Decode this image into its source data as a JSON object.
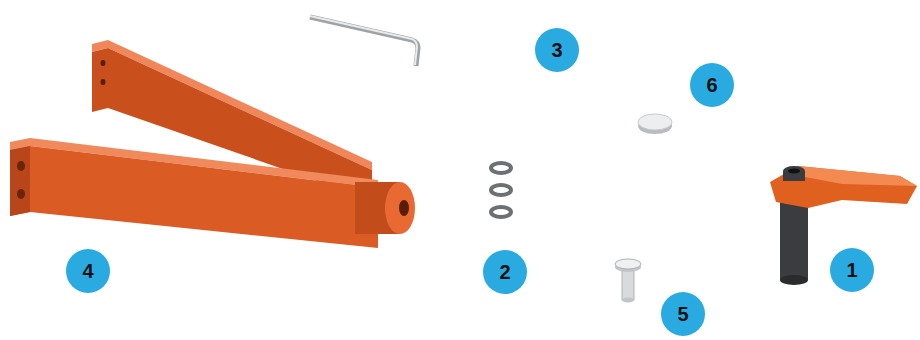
{
  "diagram": {
    "nodes": [
      {
        "text": [
          "3"
        ]
      },
      {
        "text": [
          "6"
        ]
      },
      {
        "text": [
          "4"
        ]
      },
      {
        "text": [
          "2"
        ]
      },
      {
        "text": [
          "1"
        ]
      },
      {
        "text": [
          "5"
        ]
      }
    ]
  }
}
